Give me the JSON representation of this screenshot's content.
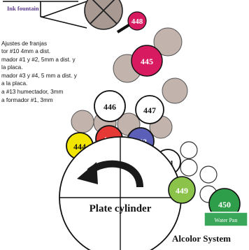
{
  "ink_fountain_label": "Ink fountain",
  "notes": [
    "Ajustes de franjas",
    "tor #10 4mm a dist.",
    "mador #1 y #2, 5mm a dist. y",
    "la placa.",
    "mador #3 y #4, 5 mm a dist. y",
    "a la placa.",
    "a #13 humectador, 3mm",
    "a formador #1, 3mm"
  ],
  "rollers": {
    "r448": "448",
    "r445": "445",
    "r446": "446",
    "r447": "447",
    "r444": "444",
    "r443": "443",
    "r442": "442",
    "r441": "441",
    "r449": "449",
    "r450": "450"
  },
  "plate_cylinder_label": "Plate cylinder",
  "water_pan_label": "Water Pan",
  "system_label": "Alcolor System",
  "colors": {
    "magenta": "#d81b60",
    "red": "#e53935",
    "yellow": "#f2e600",
    "blue": "#5c5fb8",
    "green": "#8bc34a",
    "dark_green": "#2e9e4a",
    "water_pan": "#3aa65a",
    "gray_roller": "#c2b3ac"
  }
}
